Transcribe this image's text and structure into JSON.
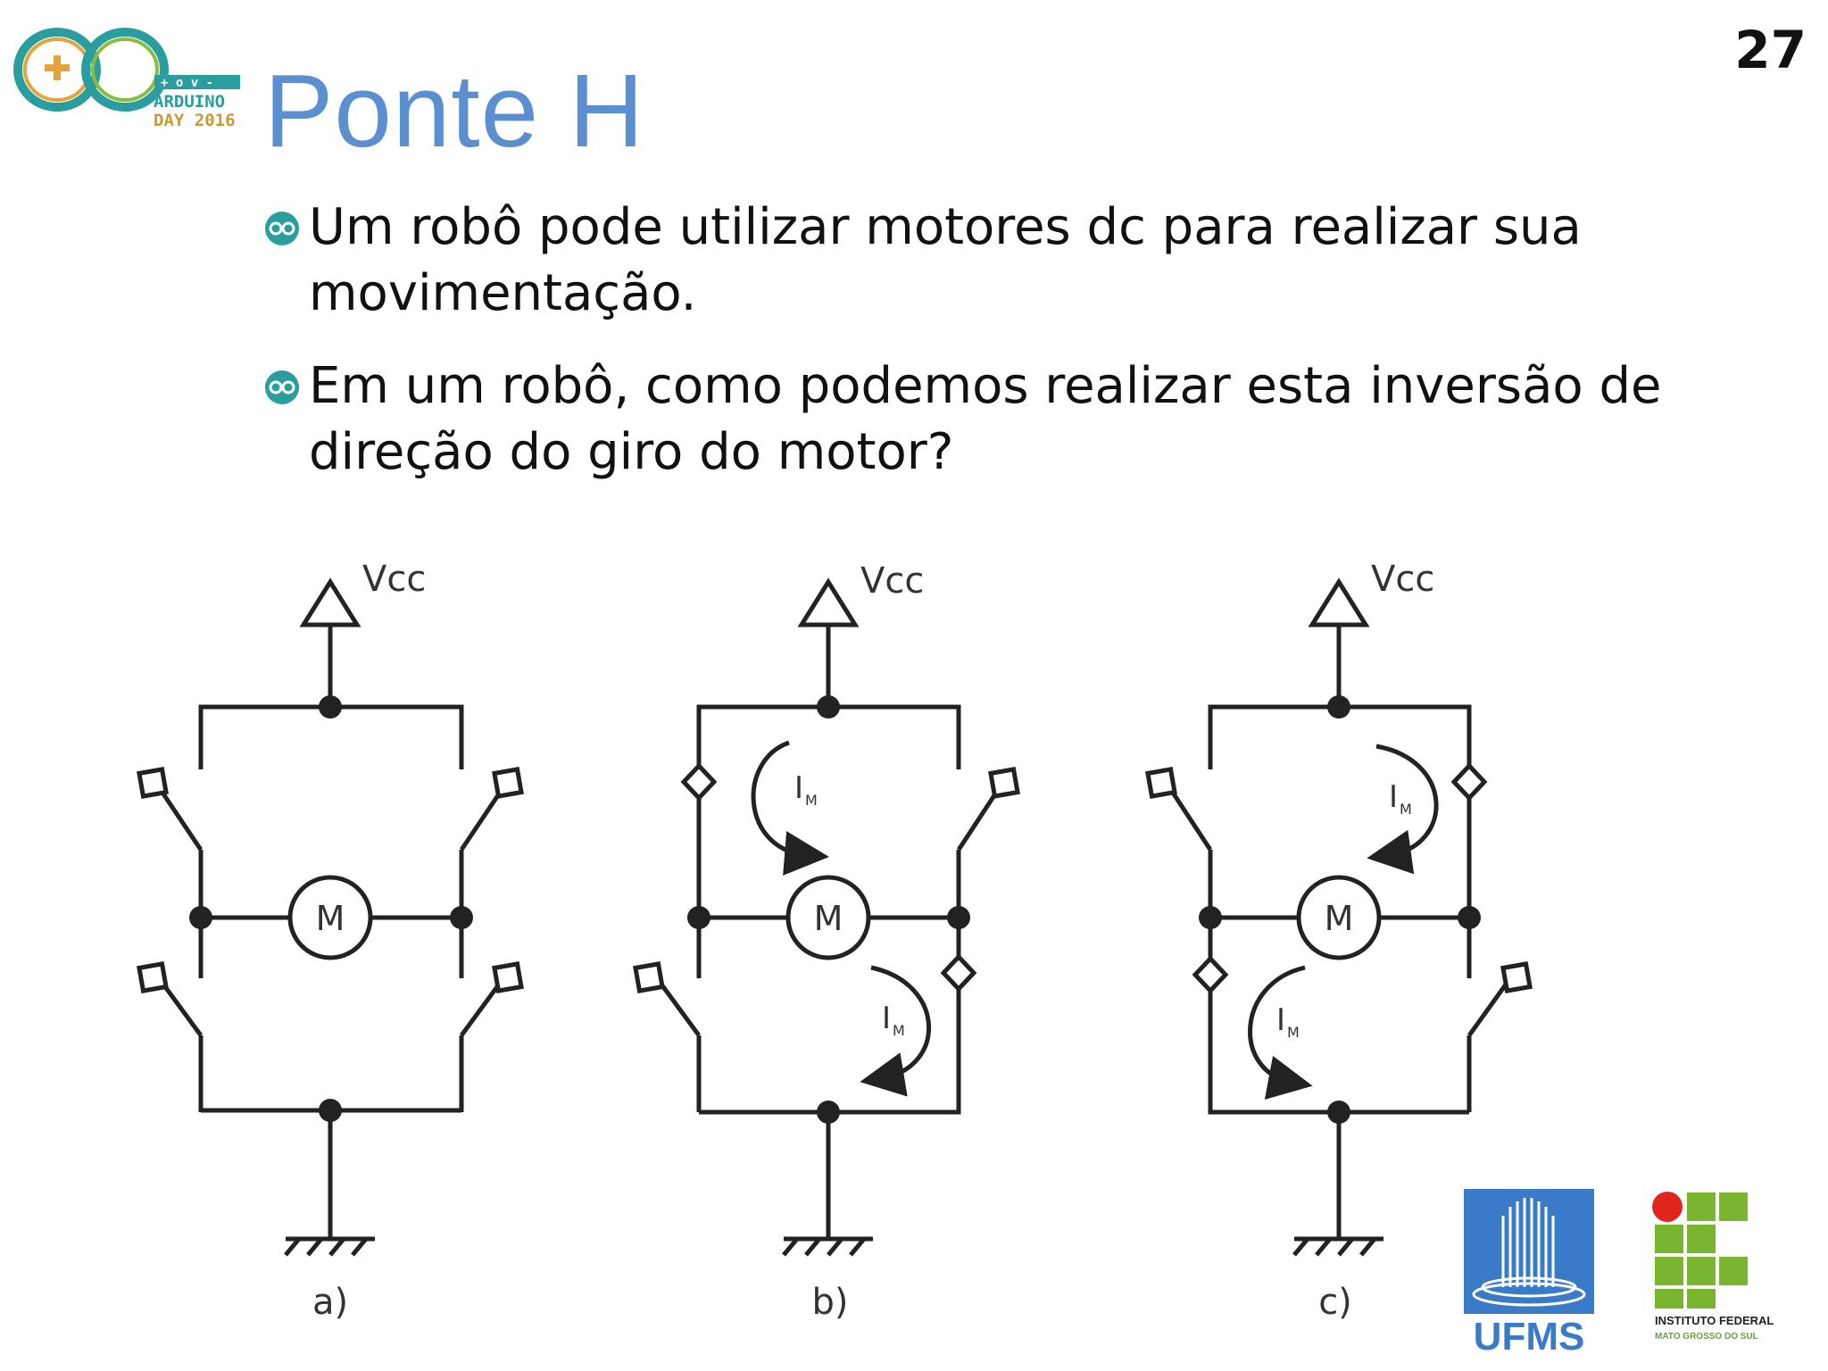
{
  "slide": {
    "title": "Ponte H",
    "page_number": "27"
  },
  "logo_arduino": {
    "text": "ARDUINO",
    "day": "DAY",
    "year": "2016",
    "colors": {
      "teal": "#2a9d9f",
      "orange": "#e8a23a",
      "green": "#8bbd3c"
    }
  },
  "bullets": [
    "Um robô pode utilizar motores dc para realizar sua movimentação.",
    "Em um robô, como podemos realizar esta inversão de direção do giro do motor?"
  ],
  "diagram": {
    "circuits": [
      {
        "caption": "a)",
        "supply": "Vcc",
        "motor": "M",
        "current_label": ""
      },
      {
        "caption": "b)",
        "supply": "Vcc",
        "motor": "M",
        "current_label": "I",
        "current_sub": "M"
      },
      {
        "caption": "c)",
        "supply": "Vcc",
        "motor": "M",
        "current_label": "I",
        "current_sub": "M"
      }
    ]
  },
  "logos": {
    "ufms": "UFMS",
    "ifms_name": "INSTITUTO FEDERAL",
    "ifms_sub": "MATO GROSSO DO SUL",
    "colors": {
      "ufms_blue": "#3a7bc8",
      "ifms_green": "#7ab52f",
      "ifms_red": "#e0261c"
    }
  }
}
